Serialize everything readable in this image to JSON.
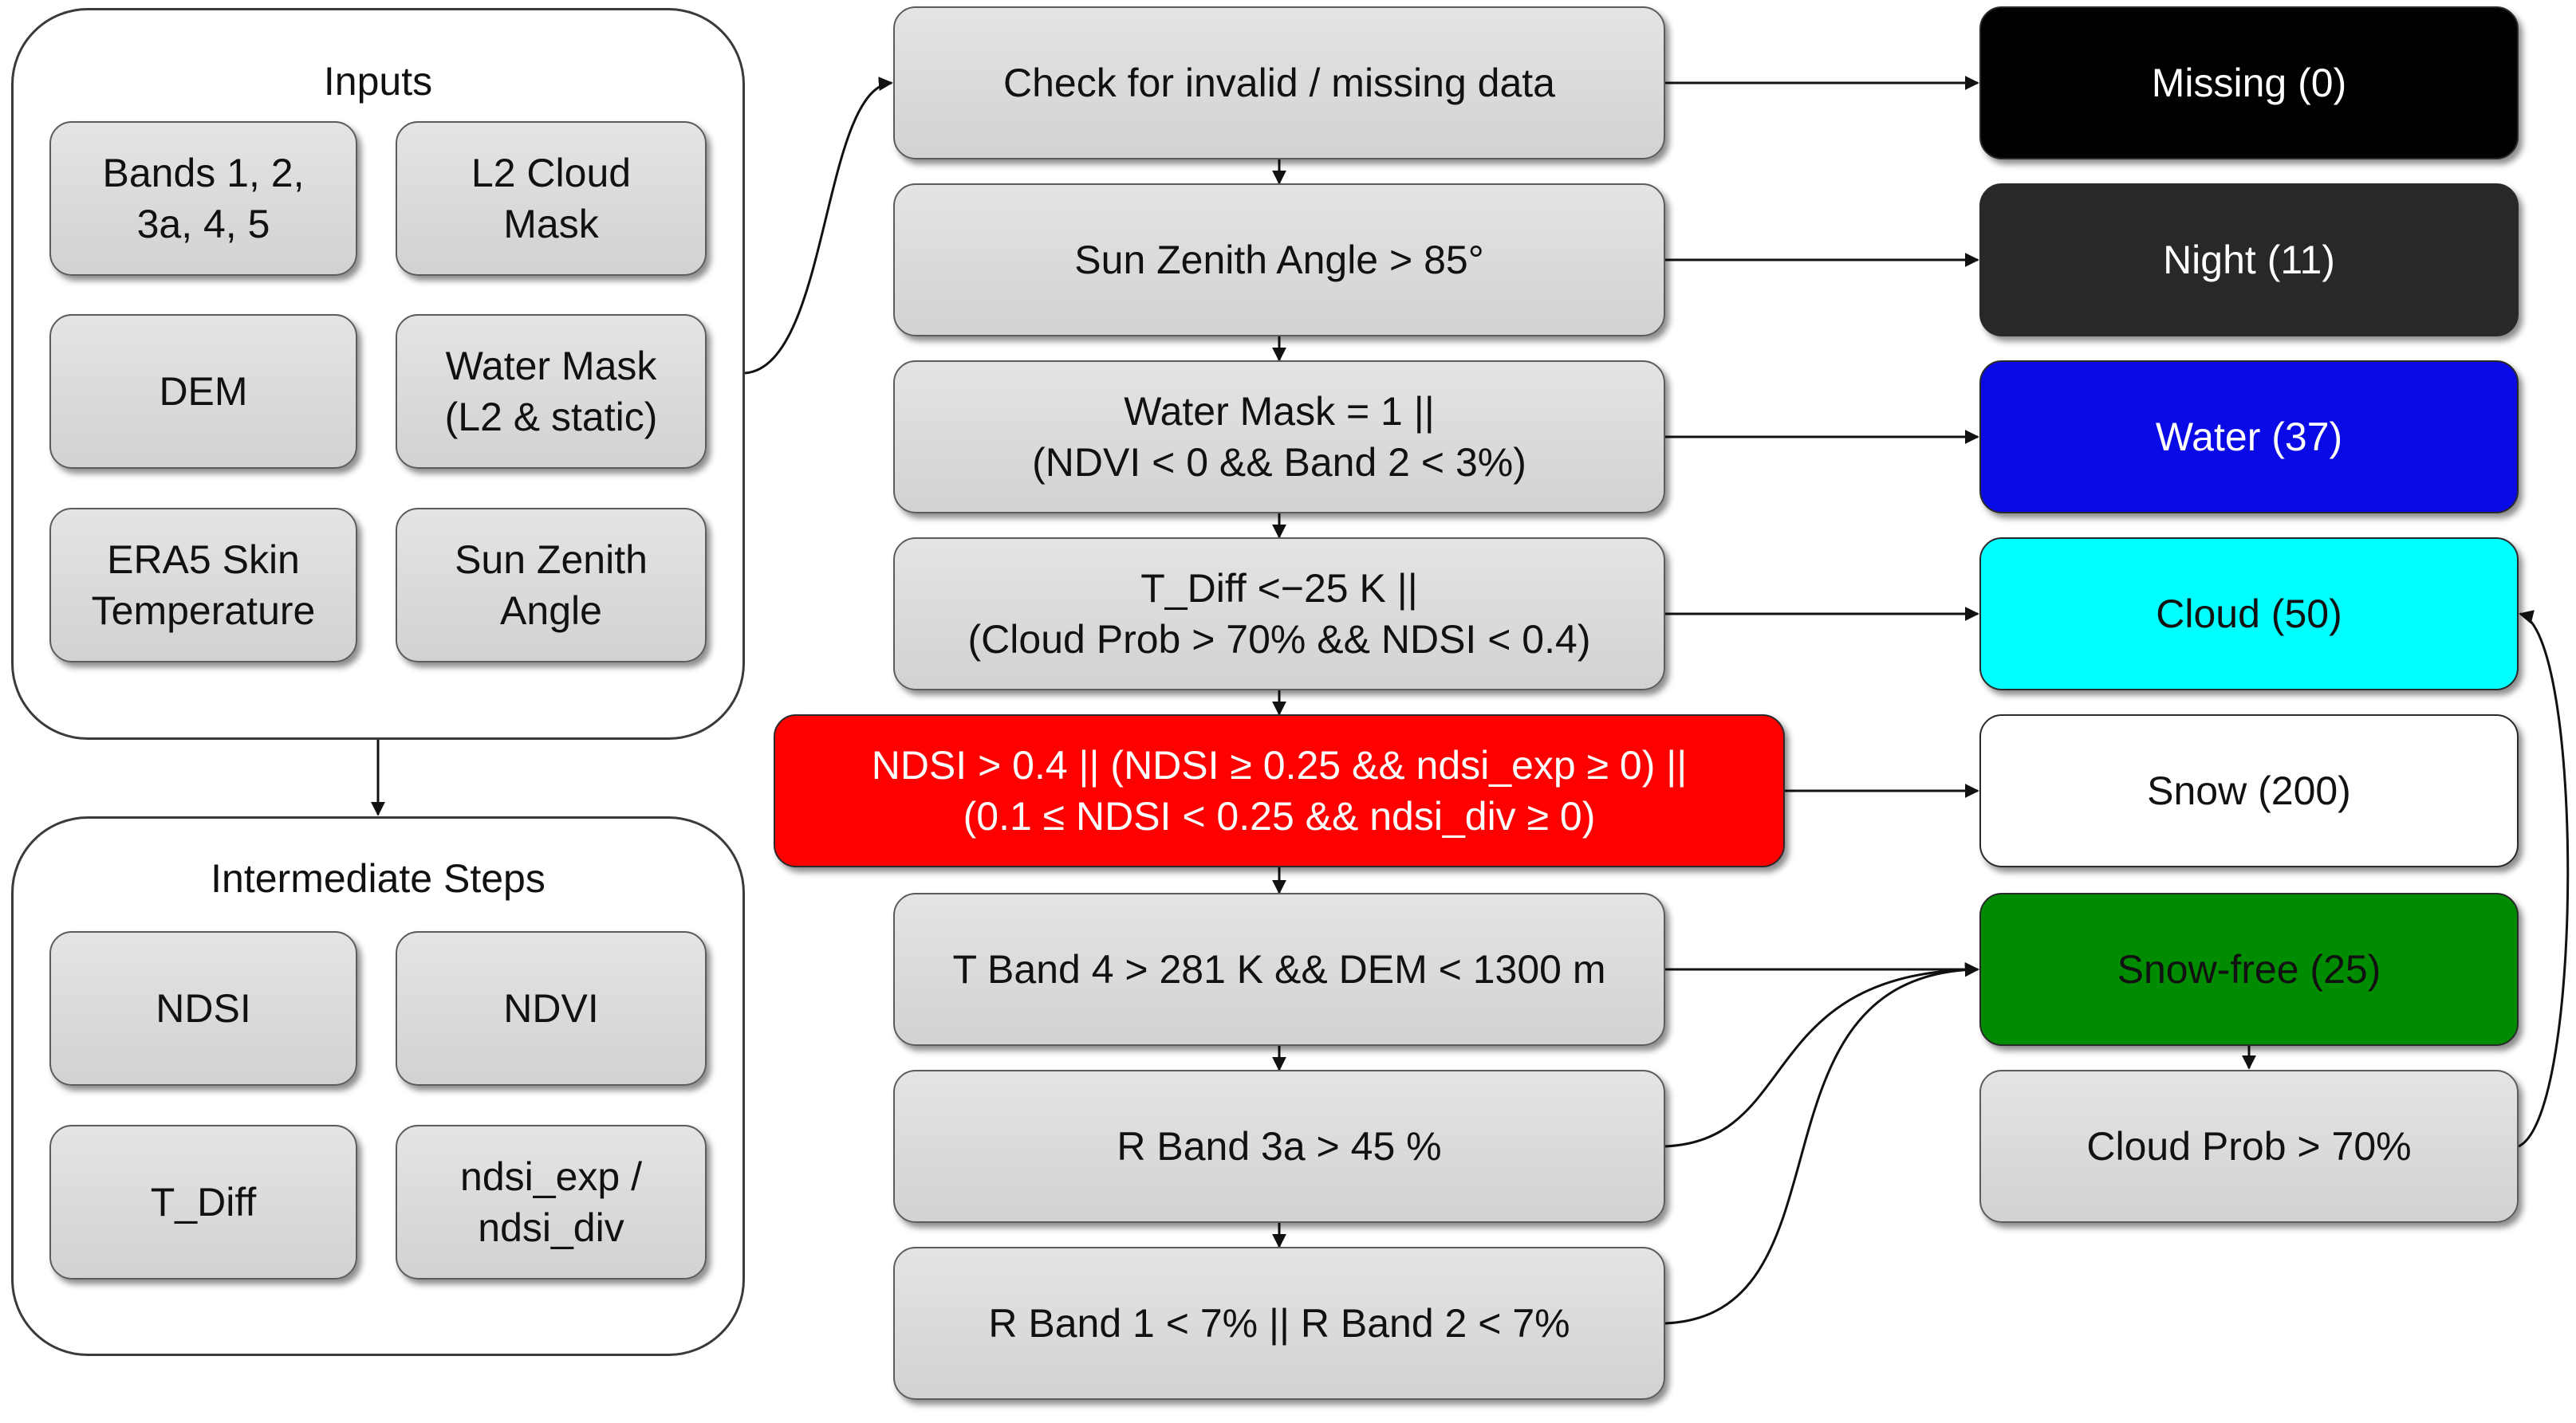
{
  "groups": {
    "inputs": {
      "title": "Inputs",
      "items": [
        "Bands 1, 2,\n3a, 4, 5",
        "L2 Cloud\nMask",
        "DEM",
        "Water Mask\n(L2 & static)",
        "ERA5 Skin\nTemperature",
        "Sun Zenith\nAngle"
      ]
    },
    "intermediate": {
      "title": "Intermediate Steps",
      "items": [
        "NDSI",
        "NDVI",
        "T_Diff",
        "ndsi_exp /\nndsi_div"
      ]
    }
  },
  "decision_steps": [
    "Check for invalid / missing data",
    "Sun Zenith Angle > 85°",
    "Water Mask = 1 ||\n(NDVI < 0 && Band 2 < 3%)",
    "T_Diff <−25 K ||\n(Cloud Prob > 70% && NDSI < 0.4)",
    "NDSI > 0.4 || (NDSI ≥ 0.25 && ndsi_exp ≥ 0) ||\n(0.1 ≤ NDSI < 0.25 && ndsi_div ≥ 0)",
    "T Band 4 > 281 K && DEM < 1300 m",
    "R Band 3a > 45 %",
    "R Band 1 < 7% || R Band 2 < 7%"
  ],
  "outputs": [
    {
      "label": "Missing (0)",
      "fill": "#000000",
      "text_color": "#ffffff"
    },
    {
      "label": "Night (11)",
      "fill": "#282828",
      "text_color": "#ffffff"
    },
    {
      "label": "Water (37)",
      "fill": "#0a0ae6",
      "text_color": "#ffffff"
    },
    {
      "label": "Cloud (50)",
      "fill": "#00ffff",
      "text_color": "#111111"
    },
    {
      "label": "Snow (200)",
      "fill": "#ffffff",
      "text_color": "#111111"
    },
    {
      "label": "Snow-free (25)",
      "fill": "#008c00",
      "text_color": "#111111"
    }
  ],
  "secondary_check": "Cloud Prob > 70%",
  "highlight_color": "#ff0000",
  "highlight_text_color": "#ffffff",
  "connector_color": "#111111"
}
